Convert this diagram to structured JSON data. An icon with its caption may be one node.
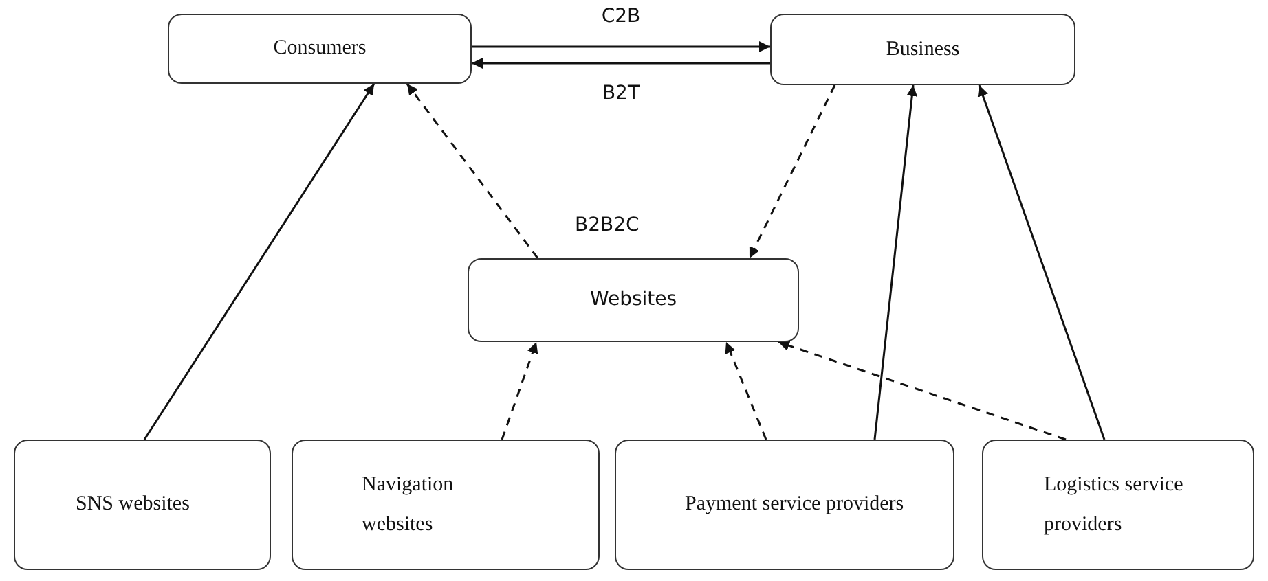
{
  "diagram": {
    "nodes": [
      {
        "text": [
          "Consumers"
        ]
      },
      {
        "text": [
          "Business"
        ]
      },
      {
        "text": [
          "Websites"
        ],
        "beside": [
          "B2B2C"
        ]
      },
      {
        "text": [
          "SNS websites"
        ]
      },
      {
        "text": [
          "Navigation websites"
        ]
      },
      {
        "text": [
          "Payment service providers"
        ]
      },
      {
        "text": [
          "Logistics service providers"
        ]
      }
    ],
    "edges": [
      {
        "from": 0,
        "to": 1,
        "arrow": "to",
        "label": "C2B"
      },
      {
        "from": 1,
        "to": 0,
        "arrow": "to",
        "label": "B2T"
      },
      {
        "from": 2,
        "to": 0,
        "arrow": "to",
        "style": "dashed"
      },
      {
        "from": 1,
        "to": 2,
        "arrow": "to",
        "style": "dashed"
      },
      {
        "from": 3,
        "to": 0,
        "arrow": "to"
      },
      {
        "from": 4,
        "to": 2,
        "arrow": "to",
        "style": "dashed"
      },
      {
        "from": 5,
        "to": 2,
        "arrow": "to",
        "style": "dashed"
      },
      {
        "from": 6,
        "to": 2,
        "arrow": "to",
        "style": "dashed"
      },
      {
        "from": 5,
        "to": 1,
        "arrow": "to"
      },
      {
        "from": 6,
        "to": 1,
        "arrow": "to"
      }
    ]
  }
}
